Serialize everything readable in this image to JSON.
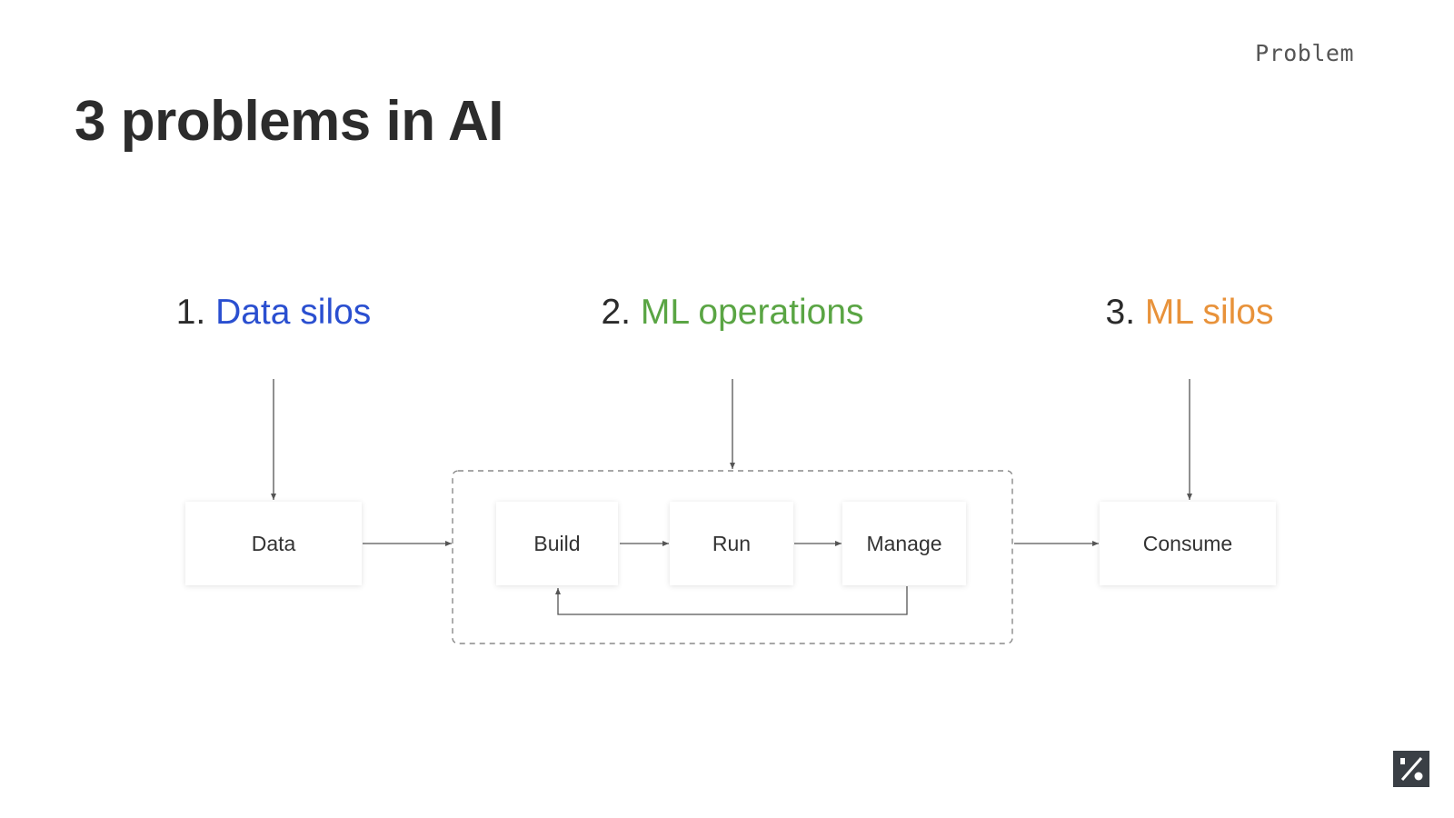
{
  "header": {
    "section_tag": "Problem",
    "title": "3 problems in AI"
  },
  "problems": [
    {
      "number": "1.",
      "label": "Data silos",
      "color": "#2a4fd0"
    },
    {
      "number": "2.",
      "label": "ML operations",
      "color": "#5aa544"
    },
    {
      "number": "3.",
      "label": "ML silos",
      "color": "#e8923a"
    }
  ],
  "nodes": {
    "data": "Data",
    "build": "Build",
    "run": "Run",
    "manage": "Manage",
    "consume": "Consume"
  },
  "logo": {
    "icon": "percent-logo-icon"
  }
}
